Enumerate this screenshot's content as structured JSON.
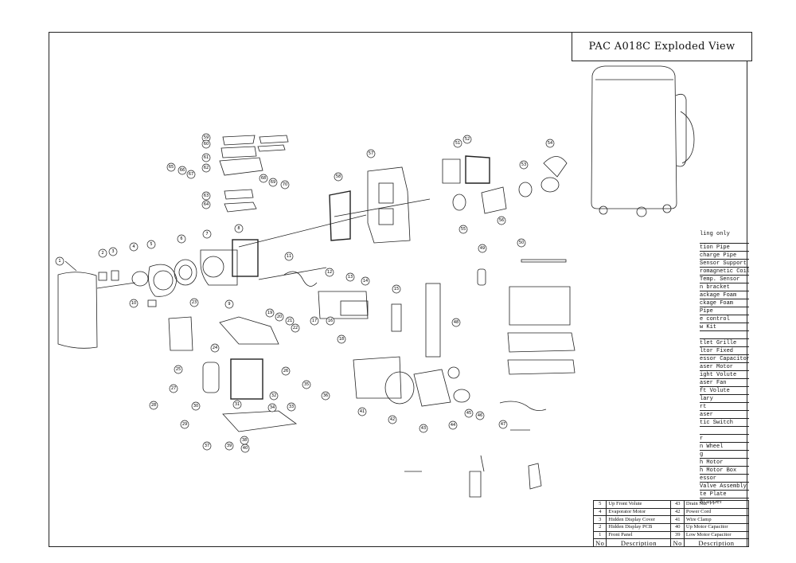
{
  "title": "PAC A018C Exploded View",
  "parts_list_side": {
    "header": "ling only",
    "rows": [
      "tion Pipe",
      "charge Pipe",
      "Sensor Support",
      "romagnetic Coil",
      "Temp. Sensor",
      "n bracket",
      "ackage Foam",
      "ckage Foam",
      " Pipe",
      "e control",
      "w Kit",
      "",
      "tlet Grille",
      "ltor Fixed",
      "essor Capacitor",
      "aser Motor",
      "ight Volute",
      "aser Fan",
      "ft Volute",
      "lary",
      "rt",
      "aser",
      "tic Switch",
      "",
      "r",
      "n Wheel",
      "g",
      "h Motor",
      "h Motor Box",
      "essor",
      " Valve Assembly",
      "te Plate",
      " Stopper"
    ]
  },
  "bom_table": {
    "rows": [
      {
        "no_left": "5",
        "desc_left": "Up Front Volute",
        "no_right": "43",
        "desc_right": "Drain Nut"
      },
      {
        "no_left": "4",
        "desc_left": "Evaporator Motor",
        "no_right": "42",
        "desc_right": "Power Cord"
      },
      {
        "no_left": "3",
        "desc_left": " Hidden Display Cover",
        "no_right": "41",
        "desc_right": "Wire Clamp"
      },
      {
        "no_left": "2",
        "desc_left": "Hidden Display PCB",
        "no_right": "40",
        "desc_right": "Up Motor Capacitor"
      },
      {
        "no_left": "1",
        "desc_left": "Front Panel",
        "no_right": "39",
        "desc_right": "Low Motor Capacitor"
      }
    ],
    "header": {
      "no_left": "No",
      "desc_left": "Description",
      "no_right": "No",
      "desc_right": "Description"
    }
  },
  "callouts": [
    {
      "id": "c1",
      "text": "1"
    },
    {
      "id": "c2",
      "text": "2"
    },
    {
      "id": "c3",
      "text": "3"
    },
    {
      "id": "c4",
      "text": "4"
    },
    {
      "id": "c5",
      "text": "5"
    },
    {
      "id": "c6",
      "text": "6"
    },
    {
      "id": "c7",
      "text": "7"
    },
    {
      "id": "c8",
      "text": "8"
    },
    {
      "id": "c9",
      "text": "9"
    },
    {
      "id": "c10",
      "text": "10"
    },
    {
      "id": "c11",
      "text": "11"
    },
    {
      "id": "c12",
      "text": "12"
    },
    {
      "id": "c13",
      "text": "13"
    },
    {
      "id": "c14",
      "text": "14"
    },
    {
      "id": "c15",
      "text": "15"
    },
    {
      "id": "c16",
      "text": "16"
    },
    {
      "id": "c17",
      "text": "17"
    },
    {
      "id": "c18",
      "text": "18"
    },
    {
      "id": "c19",
      "text": "19"
    },
    {
      "id": "c20",
      "text": "20"
    },
    {
      "id": "c21",
      "text": "21"
    },
    {
      "id": "c22",
      "text": "22"
    },
    {
      "id": "c23",
      "text": "23"
    },
    {
      "id": "c24",
      "text": "24"
    },
    {
      "id": "c25",
      "text": "25"
    },
    {
      "id": "c26",
      "text": "26"
    },
    {
      "id": "c27",
      "text": "27"
    },
    {
      "id": "c28",
      "text": "28"
    },
    {
      "id": "c29",
      "text": "29"
    },
    {
      "id": "c30",
      "text": "30"
    },
    {
      "id": "c31",
      "text": "31"
    },
    {
      "id": "c32",
      "text": "32"
    },
    {
      "id": "c33",
      "text": "33"
    },
    {
      "id": "c34",
      "text": "34"
    },
    {
      "id": "c35",
      "text": "35"
    },
    {
      "id": "c36",
      "text": "36"
    },
    {
      "id": "c37",
      "text": "37"
    },
    {
      "id": "c38",
      "text": "38"
    },
    {
      "id": "c39",
      "text": "39"
    },
    {
      "id": "c40",
      "text": "40"
    },
    {
      "id": "c41",
      "text": "41"
    },
    {
      "id": "c42",
      "text": "42"
    },
    {
      "id": "c43",
      "text": "43"
    },
    {
      "id": "c44",
      "text": "44"
    },
    {
      "id": "c45",
      "text": "45"
    },
    {
      "id": "c46",
      "text": "46"
    },
    {
      "id": "c47",
      "text": "47"
    },
    {
      "id": "c48",
      "text": "48"
    },
    {
      "id": "c49",
      "text": "49"
    },
    {
      "id": "c50",
      "text": "50"
    },
    {
      "id": "c51",
      "text": "51"
    },
    {
      "id": "c52",
      "text": "52"
    },
    {
      "id": "c53",
      "text": "53"
    },
    {
      "id": "c54",
      "text": "54"
    },
    {
      "id": "c55",
      "text": "55"
    },
    {
      "id": "c56",
      "text": "56"
    },
    {
      "id": "c57",
      "text": "57"
    },
    {
      "id": "c58",
      "text": "58"
    },
    {
      "id": "c59",
      "text": "59"
    },
    {
      "id": "c60",
      "text": "60"
    },
    {
      "id": "c61",
      "text": "61"
    },
    {
      "id": "c62",
      "text": "62"
    },
    {
      "id": "c63",
      "text": "63"
    },
    {
      "id": "c64",
      "text": "64"
    },
    {
      "id": "c65",
      "text": "65"
    },
    {
      "id": "c66",
      "text": "66"
    },
    {
      "id": "c67",
      "text": "67"
    },
    {
      "id": "c68",
      "text": "68"
    },
    {
      "id": "c69",
      "text": "69"
    },
    {
      "id": "c70",
      "text": "70"
    }
  ],
  "colors": {
    "line": "#222222",
    "paper": "#ffffff",
    "hatch": "#555555"
  }
}
